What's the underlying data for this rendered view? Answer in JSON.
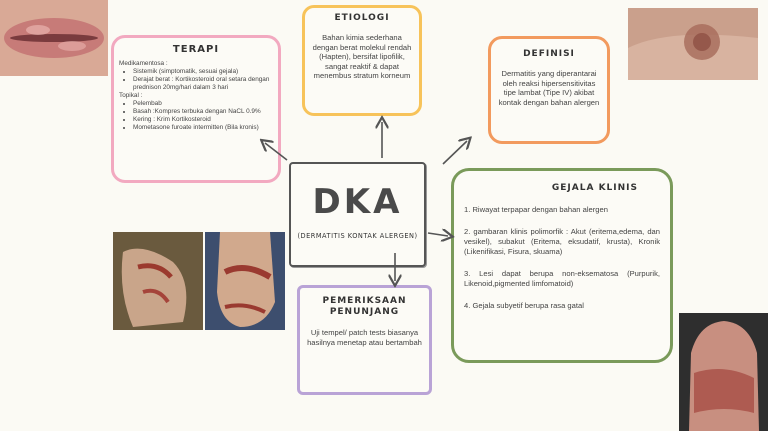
{
  "center": {
    "title": "DKA",
    "subtitle": "(DERMATITIS KONTAK ALERGEN)"
  },
  "etiologi": {
    "title": "ETIOLOGI",
    "text": "Bahan kimia sederhana dengan berat molekul rendah (Hapten), bersifat lipofilik, sangat reaktif & dapat menembus stratum korneum"
  },
  "definisi": {
    "title": "DEFINISI",
    "text": "Dermatitis yang diperantarai oleh reaksi hipersensitivitas tipe lambat (Tipe IV) akibat kontak dengan bahan alergen"
  },
  "terapi": {
    "title": "TERAPI",
    "medikamentosa_label": "Medikamentosa :",
    "medikamentosa": [
      "Sistemik (simptomatik, sesuai gejala)",
      "Derajat berat : Kortikosteroid oral setara dengan prednison 20mg/hari dalam 3 hari"
    ],
    "topikal_label": "Topikal :",
    "topikal": [
      "Pelembab",
      "Basah :Kompres terbuka dengan NaCL 0.9%",
      "Kering : Krim Kortikosteroid",
      "Mometasone furoate intermitten (Bila kronis)"
    ]
  },
  "gejala": {
    "title": "GEJALA KLINIS",
    "items": [
      "1. Riwayat terpapar dengan bahan alergen",
      "2. gambaran klinis polimorfik : Akut (eritema,edema, dan vesikel), subakut (Eritema, eksudatif, krusta), Kronik (Likenifikasi, Fisura, skuama)",
      "3. Lesi dapat berupa non-eksematosa (Purpurik, Likenoid,pigmented limfomatoid)",
      "4. Gejala subyetif berupa rasa gatal"
    ]
  },
  "pemeriksaan": {
    "title": "PEMERIKSAAN PENUNJANG",
    "text": "Uji tempel/ patch tests biasanya hasilnya menetap atau bertambah"
  },
  "colors": {
    "terapi": "#f2a9c0",
    "etiologi": "#f7c35a",
    "definisi": "#f29a5e",
    "gejala": "#7a9a5a",
    "pemeriksaan": "#b9a3d6",
    "center": "#555555"
  }
}
